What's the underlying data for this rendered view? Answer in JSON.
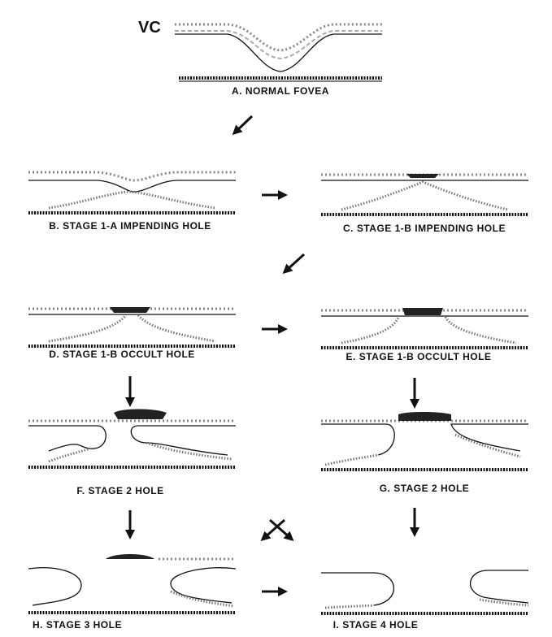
{
  "vitreous_label": "VC",
  "panels": [
    {
      "label": "A.  NORMAL FOVEA"
    },
    {
      "label": "B.  STAGE 1-A IMPENDING HOLE"
    },
    {
      "label": "C.  STAGE 1-B IMPENDING HOLE"
    },
    {
      "label": "D.  STAGE 1-B OCCULT HOLE"
    },
    {
      "label": "E.  STAGE 1-B OCCULT HOLE"
    },
    {
      "label": "F.  STAGE 2 HOLE"
    },
    {
      "label": "G.  STAGE 2 HOLE"
    },
    {
      "label": "H.  STAGE 3 HOLE"
    },
    {
      "label": "I.  STAGE 4 HOLE"
    }
  ]
}
